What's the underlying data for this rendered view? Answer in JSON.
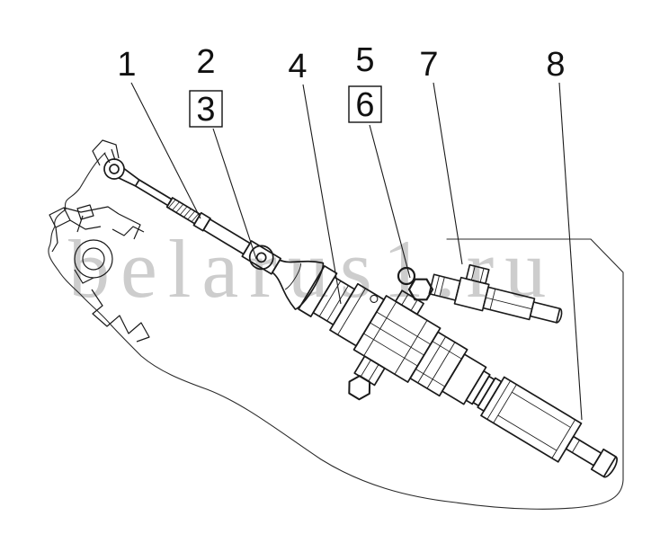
{
  "watermark": {
    "text": "belarus1.ru"
  },
  "callouts": [
    {
      "label": "1",
      "boxed": false
    },
    {
      "label": "2",
      "boxed": false
    },
    {
      "label": "3",
      "boxed": true
    },
    {
      "label": "4",
      "boxed": false
    },
    {
      "label": "5",
      "boxed": false
    },
    {
      "label": "6",
      "boxed": true
    },
    {
      "label": "7",
      "boxed": false
    },
    {
      "label": "8",
      "boxed": false
    }
  ],
  "colors": {
    "line": "#1a1a1a",
    "outline": "#2a2a2a",
    "watermark": "#c8c8c8",
    "background": "#ffffff"
  }
}
